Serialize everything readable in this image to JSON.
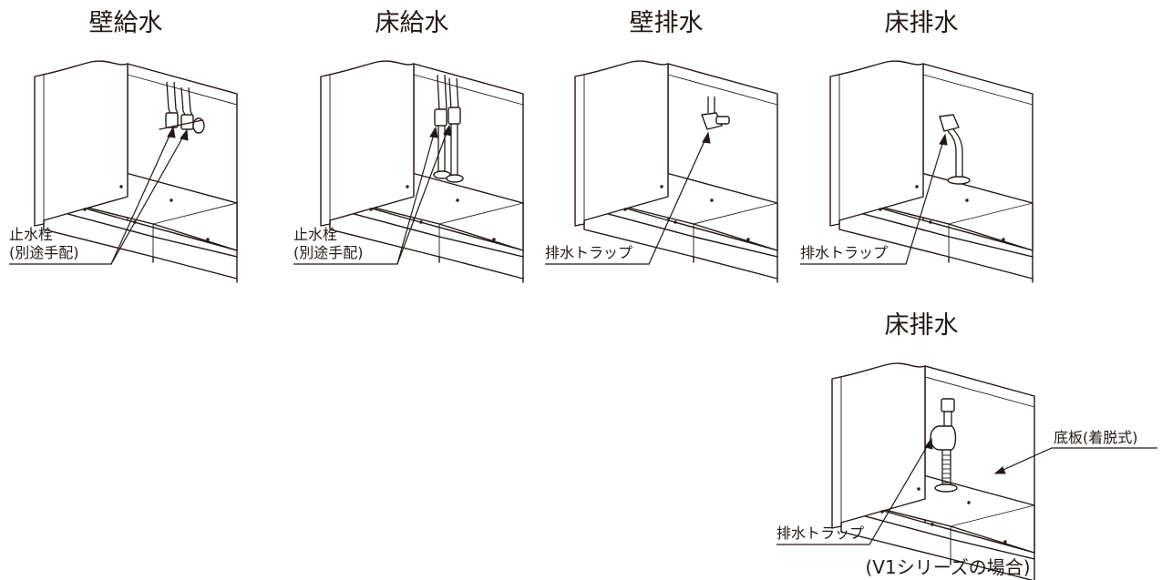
{
  "panels": [
    {
      "id": "wall-supply",
      "title": "壁給水",
      "label_lines": [
        "止水栓",
        "(別途手配)"
      ]
    },
    {
      "id": "floor-supply",
      "title": "床給水",
      "label_lines": [
        "止水栓",
        "(別途手配)"
      ]
    },
    {
      "id": "wall-drain",
      "title": "壁排水",
      "label_lines": [
        "排水トラップ"
      ]
    },
    {
      "id": "floor-drain",
      "title": "床排水",
      "label_lines": [
        "排水トラップ"
      ]
    },
    {
      "id": "floor-drain-v1",
      "title": "床排水",
      "label_lines": [
        "排水トラップ"
      ],
      "side_label": "底板(着脱式)",
      "note": "(V1シリーズの場合)"
    }
  ]
}
